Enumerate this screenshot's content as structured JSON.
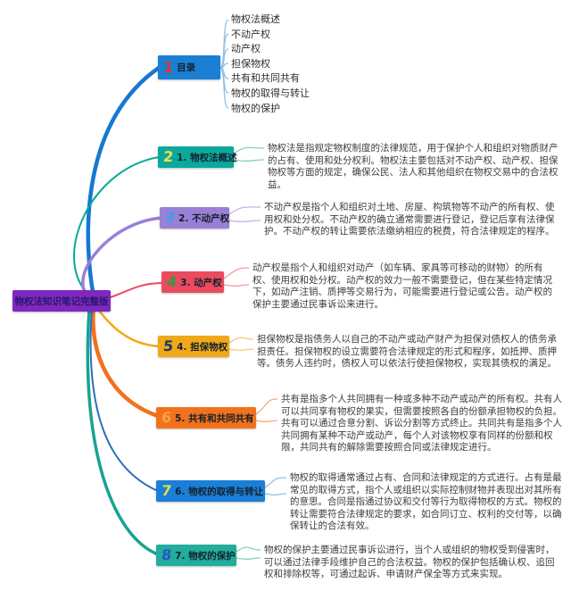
{
  "root": {
    "label": "物权法知识笔记完整版",
    "bg": "#8027c0",
    "fg": "#251a6e"
  },
  "nodes": [
    {
      "num": "1",
      "num_color": "#e03434",
      "label": "目录",
      "bg": "#1b7fd4",
      "branch_color": "#1778d2",
      "connector_color": "#8fc0ea",
      "children": [
        "物权法概述",
        "不动产权",
        "动产权",
        "担保物权",
        "共有和共同共有",
        "物权的取得与转让",
        "物权的保护"
      ]
    },
    {
      "num": "2",
      "num_color": "#f5e04b",
      "label": "1. 物权法概述",
      "bg": "#0aa99b",
      "branch_color": "#0aa99b",
      "connector_color": "#7fd2c8",
      "detail": "物权法是指规定物权制度的法律规范，用于保护个人和组织对物质财产的占有、使用和处分权利。物权法主要包括对不动产权、动产权、担保物权等方面的规定，确保公民、法人和其他组织在物权交易中的合法权益。"
    },
    {
      "num": "3",
      "num_color": "#3aa0f0",
      "label": "2. 不动产权",
      "bg": "#9a7fd6",
      "branch_color": "#9a7fd6",
      "connector_color": "#c3b2ea",
      "detail": "不动产权是指个人和组织对土地、房屋、构筑物等不动产的所有权、使用权和处分权。不动产权的确立通常需要进行登记，登记后享有法律保护。不动产权的转让需要依法缴纳相应的税费，符合法律规定的程序。"
    },
    {
      "num": "4",
      "num_color": "#2f9e3f",
      "label": "3. 动产权",
      "bg": "#ea4b5f",
      "branch_color": "#ea4b5f",
      "connector_color": "#f49aa8",
      "detail": "动产权是指个人和组织对动产（如车辆、家具等可移动的财物）的所有权、使用权和处分权。动产权的效力一般不需要登记，但在某些特定情况下，如动产注销、质押等交易行为，可能需要进行登记或公告。动产权的保护主要通过民事诉讼来进行。"
    },
    {
      "num": "5",
      "num_color": "#16386e",
      "label": "4. 担保物权",
      "bg": "#f0a818",
      "branch_color": "#f0a818",
      "connector_color": "#f7c878",
      "detail": "担保物权是指债务人以自己的不动产或动产财产为担保对债权人的债务承担责任。担保物权的设立需要符合法律规定的形式和程序，如抵押、质押等。债务人违约时，债权人可以依法行使担保物权，实现其债权的满足。"
    },
    {
      "num": "6",
      "num_color": "#f5a34b",
      "label": "5. 共有和共同共有",
      "bg": "#f2711c",
      "branch_color": "#f2711c",
      "connector_color": "#f8a878",
      "detail": "共有是指多个人共同拥有一种或多种不动产或动产的所有权。共有人可以共同享有物权的果实，但需要按照各自的份额承担物权的负担。共有可以通过合意分割、诉讼分割等方式终止。共同共有是指多个人共同拥有某种不动产或动产，每个人对该物权享有同样的份额和权限，共同共有的解除需要按照合同或法律规定进行。"
    },
    {
      "num": "7",
      "num_color": "#d8e04a",
      "label": "6. 物权的取得与转让",
      "bg": "#1a7fd6",
      "branch_color": "#2a6fc0",
      "connector_color": "#8fc0ea",
      "detail": "物权的取得通常通过占有、合同和法律规定的方式进行。占有是最常见的取得方式，指个人或组织以实际控制财物并表现出对其所有的意思。合同是指通过协议和交付等行为取得物权的方式。物权的转让需要符合法律规定的要求，如合同订立、权利的交付等，以确保转让的合法有效。"
    },
    {
      "num": "8",
      "num_color": "#2458c8",
      "label": "7. 物权的保护",
      "bg": "#22ad9c",
      "branch_color": "#17a392",
      "connector_color": "#86d4c6",
      "detail": "物权的保护主要通过民事诉讼进行，当个人或组织的物权受到侵害时，可以通过法律手段维护自己的合法权益。物权的保护包括确认权、追回权和排除权等，可通过起诉、申请财产保全等方式来实现。"
    }
  ]
}
